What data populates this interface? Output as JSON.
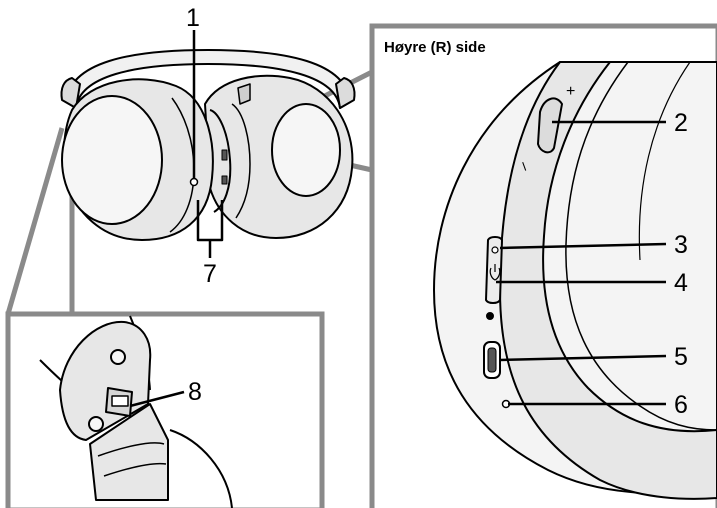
{
  "diagram": {
    "title": "Høyre (R) side",
    "callouts": {
      "c1": "1",
      "c2": "2",
      "c3": "3",
      "c4": "4",
      "c5": "5",
      "c6": "6",
      "c7": "7",
      "c8": "8"
    },
    "colors": {
      "line": "#000000",
      "panel_border": "#8a8a8a",
      "ear_pad": "#e7e7e7",
      "housing": "#f4f4f4",
      "background": "#ffffff"
    }
  }
}
